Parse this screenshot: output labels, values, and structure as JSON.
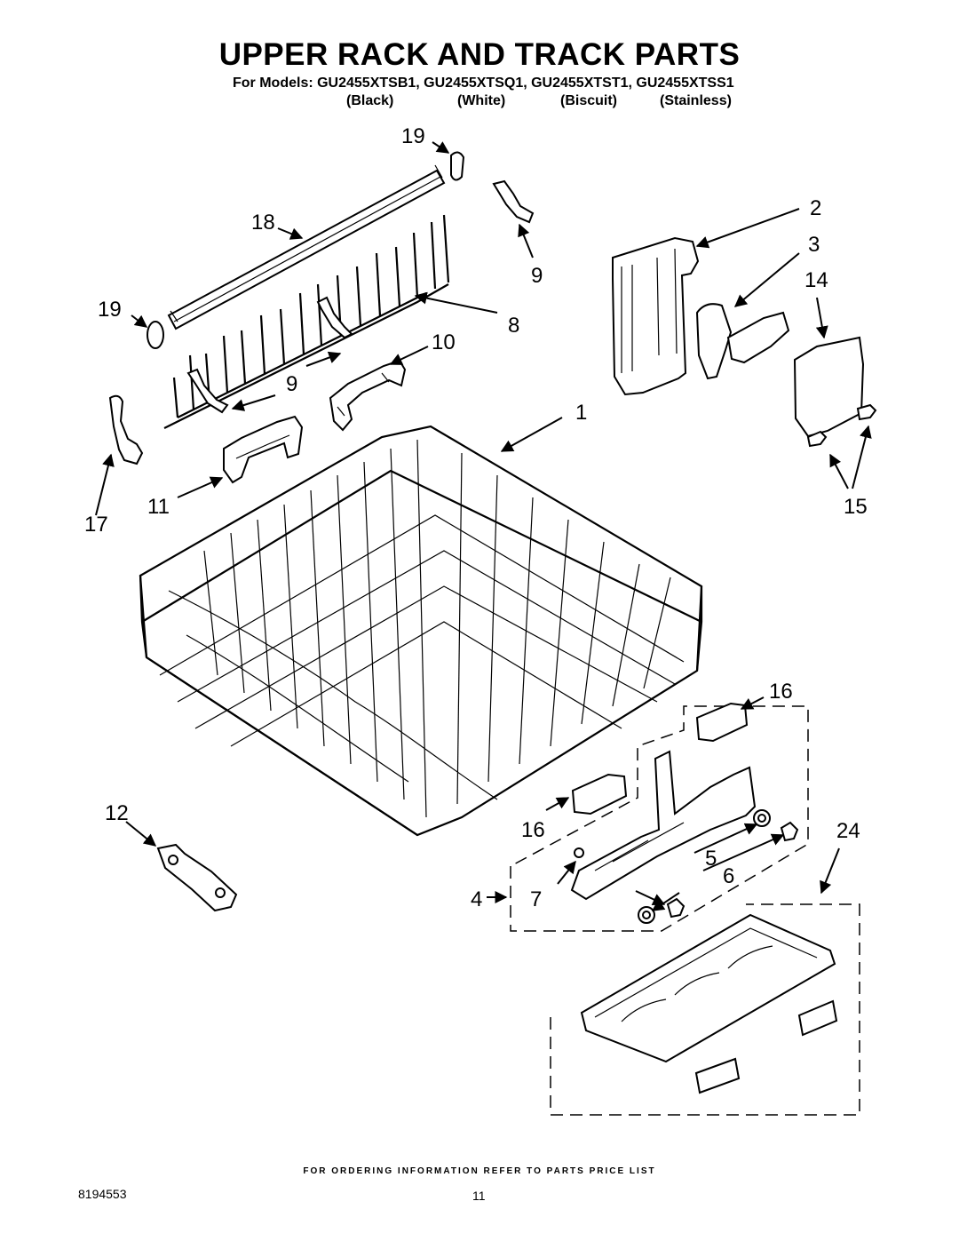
{
  "header": {
    "title": "UPPER RACK AND TRACK PARTS",
    "models_line": "For Models: GU2455XTSB1, GU2455XTSQ1, GU2455XTST1, GU2455XTSS1",
    "colors": [
      "(Black)",
      "(White)",
      "(Biscuit)",
      "(Stainless)"
    ]
  },
  "callouts": {
    "c19a": "19",
    "c18": "18",
    "c19b": "19",
    "c9a": "9",
    "c8": "8",
    "c10": "10",
    "c9b": "9",
    "c2": "2",
    "c3": "3",
    "c14": "14",
    "c1": "1",
    "c17": "17",
    "c11": "11",
    "c15": "15",
    "c16a": "16",
    "c12": "12",
    "c16b": "16",
    "c24": "24",
    "c5": "5",
    "c6": "6",
    "c4": "4",
    "c7": "7"
  },
  "footer": {
    "ordering_note": "FOR ORDERING INFORMATION REFER TO PARTS PRICE LIST",
    "document_number": "8194553",
    "page_number": "11"
  }
}
